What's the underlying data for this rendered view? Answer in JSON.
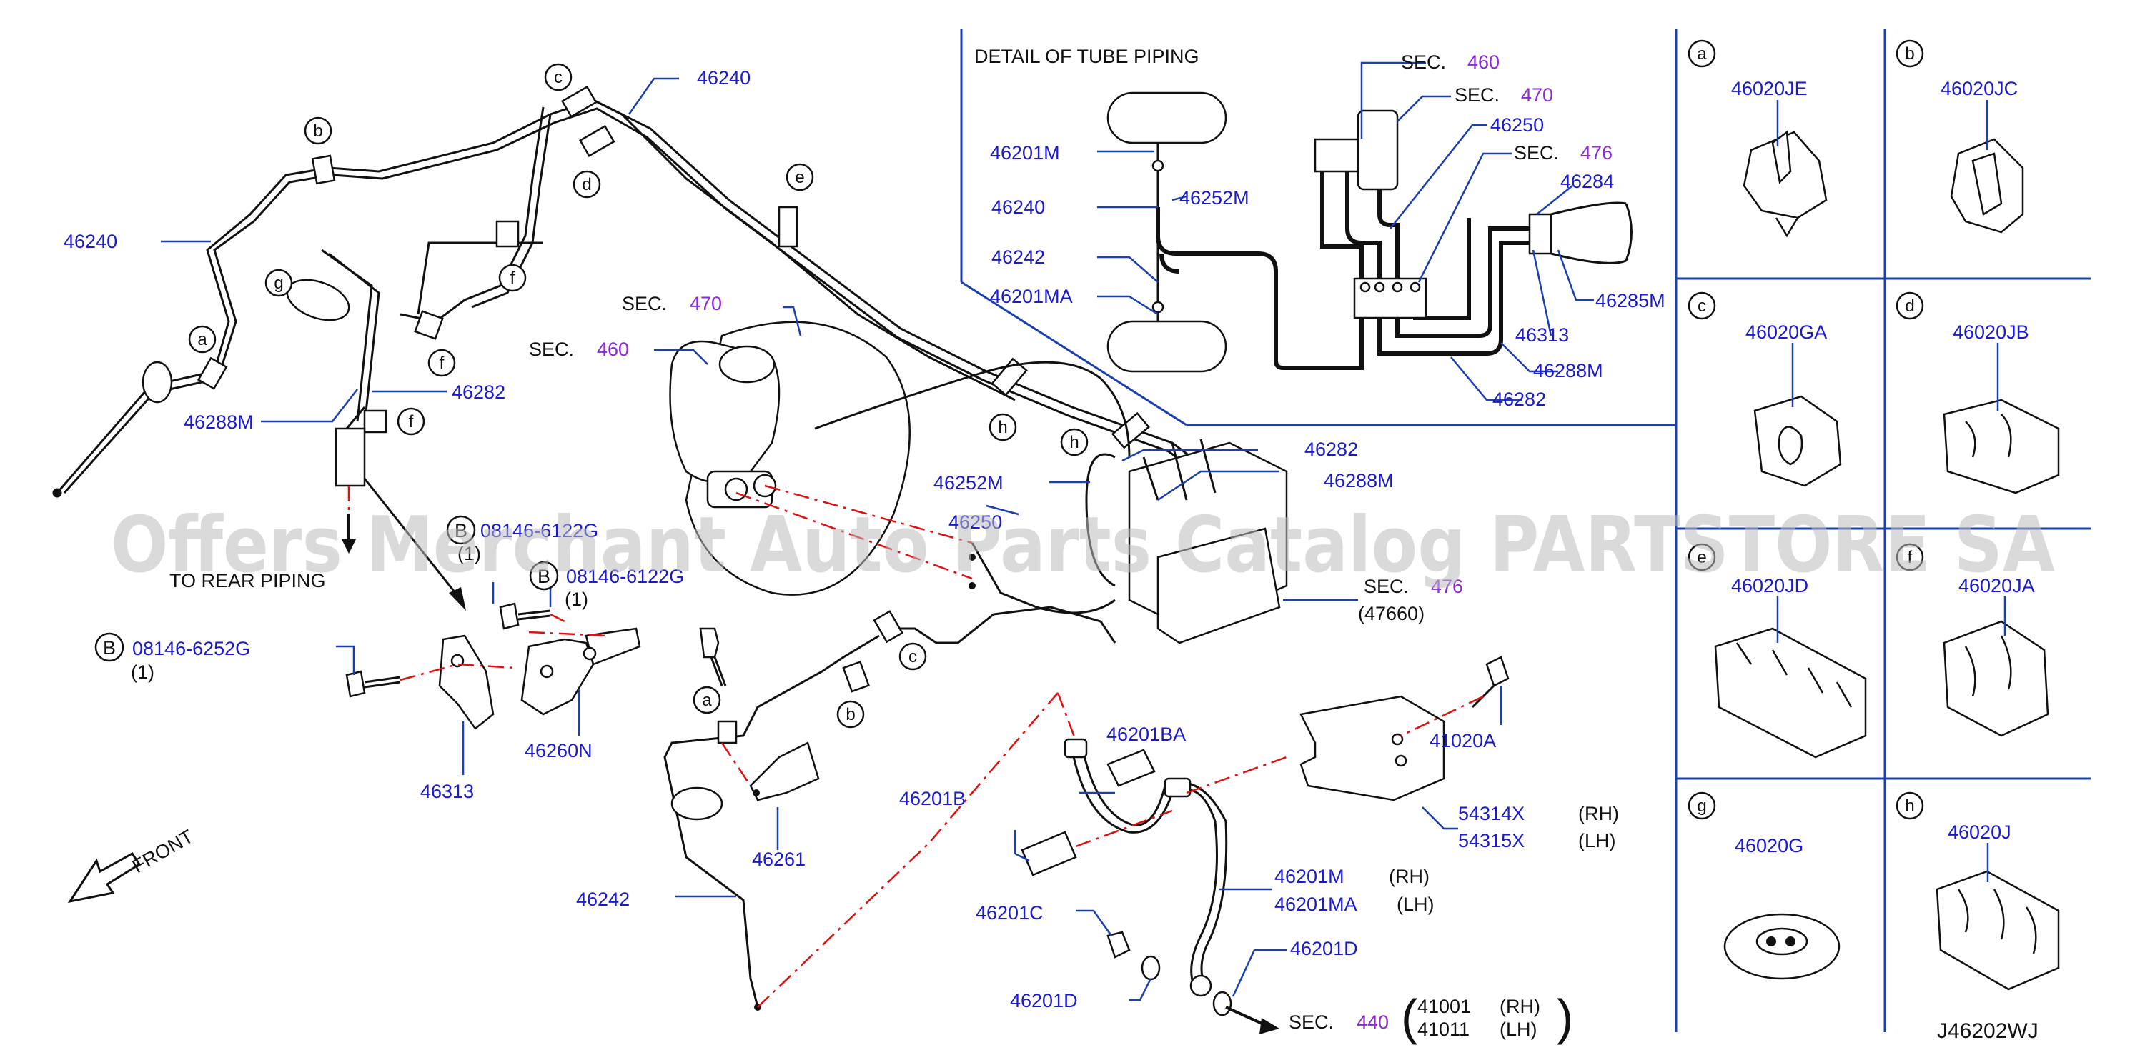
{
  "detail_title": "DETAIL  OF  TUBE  PIPING",
  "to_rear_piping": "TO  REAR  PIPING",
  "front_label": "FRONT",
  "diagram_code": "J46202WJ",
  "watermark": "Offers Merchant Auto Parts Catalog PARTSTORE SA",
  "sec_word": "SEC.",
  "sec_numbers": {
    "s460": "460",
    "s470": "470",
    "s476": "476",
    "s440": "440"
  },
  "sec_sub": {
    "s476": "(47660)"
  },
  "bolt_marker": "B",
  "bolts": {
    "b1": "08146-6252G",
    "b2": "08146-6122G",
    "b3": "08146-6122G",
    "qty": "(1)"
  },
  "labels": {
    "p46240": "46240",
    "p46288M": "46288M",
    "p46282": "46282",
    "p46313": "46313",
    "p46260N": "46260N",
    "p46252M": "46252M",
    "p46250": "46250",
    "p46242": "46242",
    "p46261": "46261",
    "p46201B": "46201B",
    "p46201BA": "46201BA",
    "p46201C": "46201C",
    "p46201D": "46201D",
    "p46201M": "46201M",
    "p46201MA": "46201MA",
    "p41020A": "41020A",
    "p54314X": "54314X",
    "p54315X": "54315X",
    "p41001": "41001",
    "p41011": "41011",
    "p46284": "46284",
    "p46285M": "46285M"
  },
  "side": {
    "rh": "(RH)",
    "lh": "(LH)"
  },
  "clip_letters": [
    "a",
    "b",
    "c",
    "d",
    "e",
    "f",
    "g",
    "h"
  ],
  "clips": [
    {
      "letter": "a",
      "part": "46020JE"
    },
    {
      "letter": "b",
      "part": "46020JC"
    },
    {
      "letter": "c",
      "part": "46020GA"
    },
    {
      "letter": "d",
      "part": "46020JB"
    },
    {
      "letter": "e",
      "part": "46020JD"
    },
    {
      "letter": "f",
      "part": "46020JA"
    },
    {
      "letter": "g",
      "part": "46020G"
    },
    {
      "letter": "h",
      "part": "46020J"
    }
  ]
}
